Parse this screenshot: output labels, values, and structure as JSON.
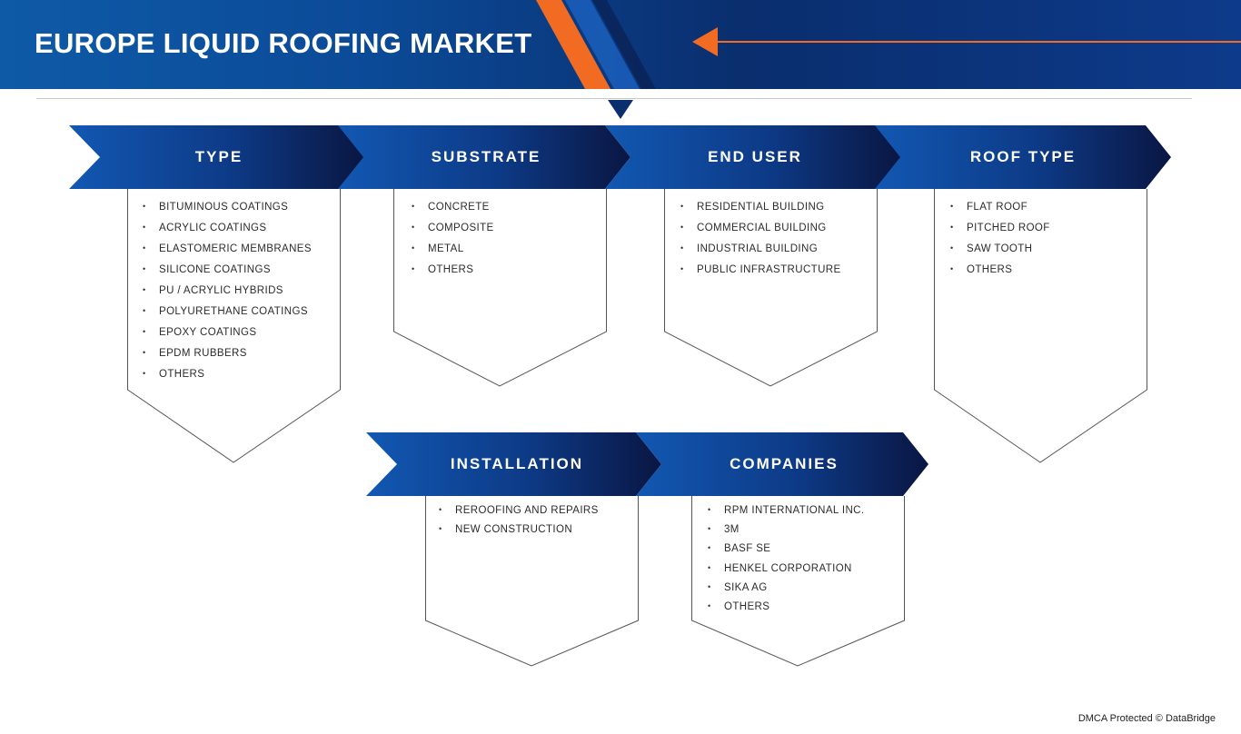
{
  "title": "EUROPE LIQUID ROOFING MARKET",
  "colors": {
    "primary": "#0e4fa0",
    "dark": "#0a1a4a",
    "accent": "#f26b22"
  },
  "segments_top": [
    {
      "label": "TYPE",
      "items": [
        "BITUMINOUS COATINGS",
        "ACRYLIC COATINGS",
        "ELASTOMERIC MEMBRANES",
        "SILICONE COATINGS",
        "PU / ACRYLIC HYBRIDS",
        "POLYURETHANE COATINGS",
        "EPOXY COATINGS",
        "EPDM RUBBERS",
        "OTHERS"
      ]
    },
    {
      "label": "SUBSTRATE",
      "items": [
        "CONCRETE",
        "COMPOSITE",
        "METAL",
        "OTHERS"
      ]
    },
    {
      "label": "END USER",
      "items": [
        "RESIDENTIAL BUILDING",
        "COMMERCIAL BUILDING",
        "INDUSTRIAL BUILDING",
        "PUBLIC INFRASTRUCTURE"
      ]
    },
    {
      "label": "ROOF TYPE",
      "items": [
        "FLAT ROOF",
        "PITCHED ROOF",
        "SAW TOOTH",
        "OTHERS"
      ]
    }
  ],
  "segments_bottom": [
    {
      "label": "INSTALLATION",
      "items": [
        "REROOFING AND REPAIRS",
        "NEW CONSTRUCTION"
      ]
    },
    {
      "label": "COMPANIES",
      "items": [
        "RPM INTERNATIONAL INC.",
        "3M",
        "BASF SE",
        "HENKEL CORPORATION",
        "SIKA AG",
        "OTHERS"
      ]
    }
  ],
  "footer": "DMCA Protected © DataBridge"
}
